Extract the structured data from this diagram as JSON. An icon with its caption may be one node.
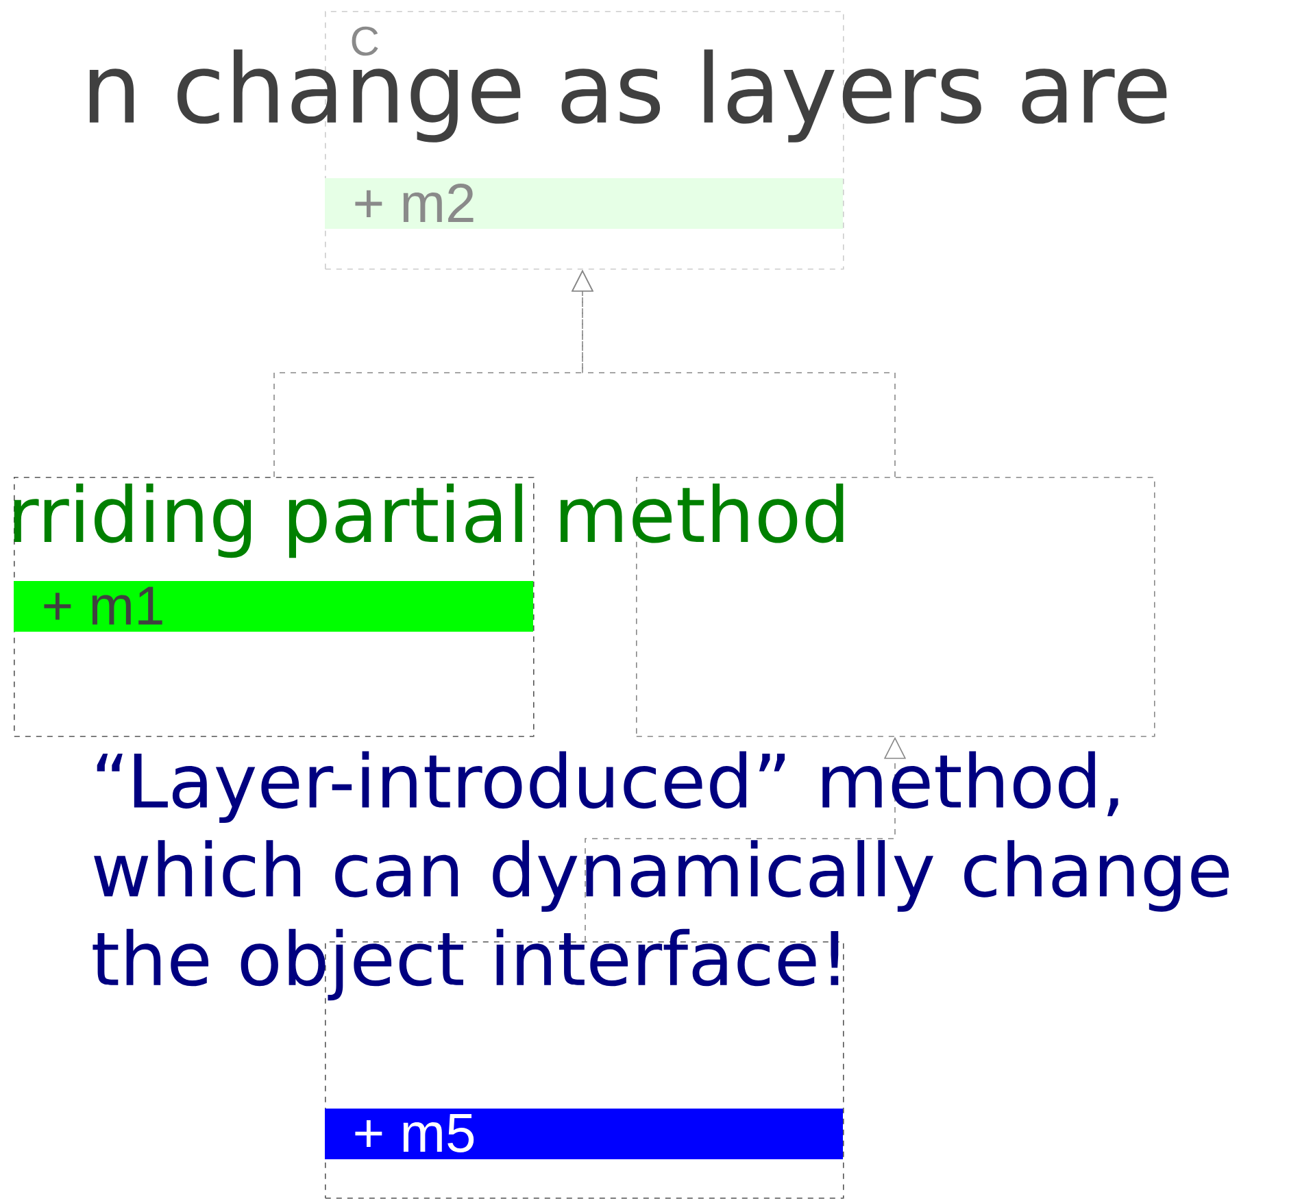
{
  "diagram": {
    "nodes": [
      {
        "text": [
          "C",
          "+ m2"
        ]
      },
      {
        "text": [
          "+ m1"
        ]
      },
      {
        "text": [],
        "shape": "box"
      },
      {
        "text": [
          "+ m5"
        ]
      }
    ],
    "edges": [
      {
        "from": 1,
        "to": 0,
        "arrow": "to",
        "style": "dashed"
      },
      {
        "from": 2,
        "to": 0,
        "arrow": "to",
        "style": "dashed"
      },
      {
        "from": 3,
        "to": 2,
        "arrow": "to",
        "style": "dashed"
      }
    ],
    "labels": [
      "n change as layers are",
      "rriding partial method",
      "“Layer-introduced” method, which can dynamically change the object interface!"
    ]
  }
}
